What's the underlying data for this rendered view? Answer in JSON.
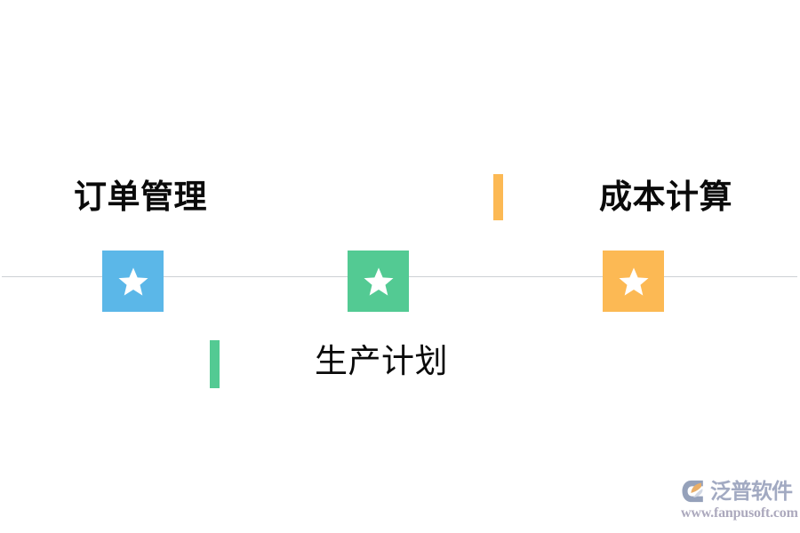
{
  "diagram": {
    "type": "milestone-timeline",
    "orientation": "horizontal",
    "axis": {
      "name": "timeline-axis",
      "color": "#cdd1d4"
    },
    "milestones": [
      {
        "id": "order-management",
        "label": "订单管理",
        "color": "#5bb7e8",
        "icon": "star-icon",
        "label_position": "above",
        "label_weight": "bold",
        "connector": {
          "color": "#53ca93",
          "position": "below"
        }
      },
      {
        "id": "production-plan",
        "label": "生产计划",
        "color": "#53ca93",
        "icon": "star-icon",
        "label_position": "below",
        "label_weight": "normal",
        "connector": {
          "color": "#fcb954",
          "position": "above"
        }
      },
      {
        "id": "cost-calculation",
        "label": "成本计算",
        "color": "#fcb954",
        "icon": "star-icon",
        "label_position": "above",
        "label_weight": "bold",
        "connector": null
      }
    ]
  },
  "watermark": {
    "brand": "泛普软件",
    "url": "www.fanpusoft.com",
    "logo_icon": "fanpu-arc-logo-icon",
    "brand_color": "#9ba3bd",
    "url_color": "#a5a2b8",
    "logo_arc_color": "#8d9ab5",
    "logo_petal_color": "#e8a85c"
  }
}
